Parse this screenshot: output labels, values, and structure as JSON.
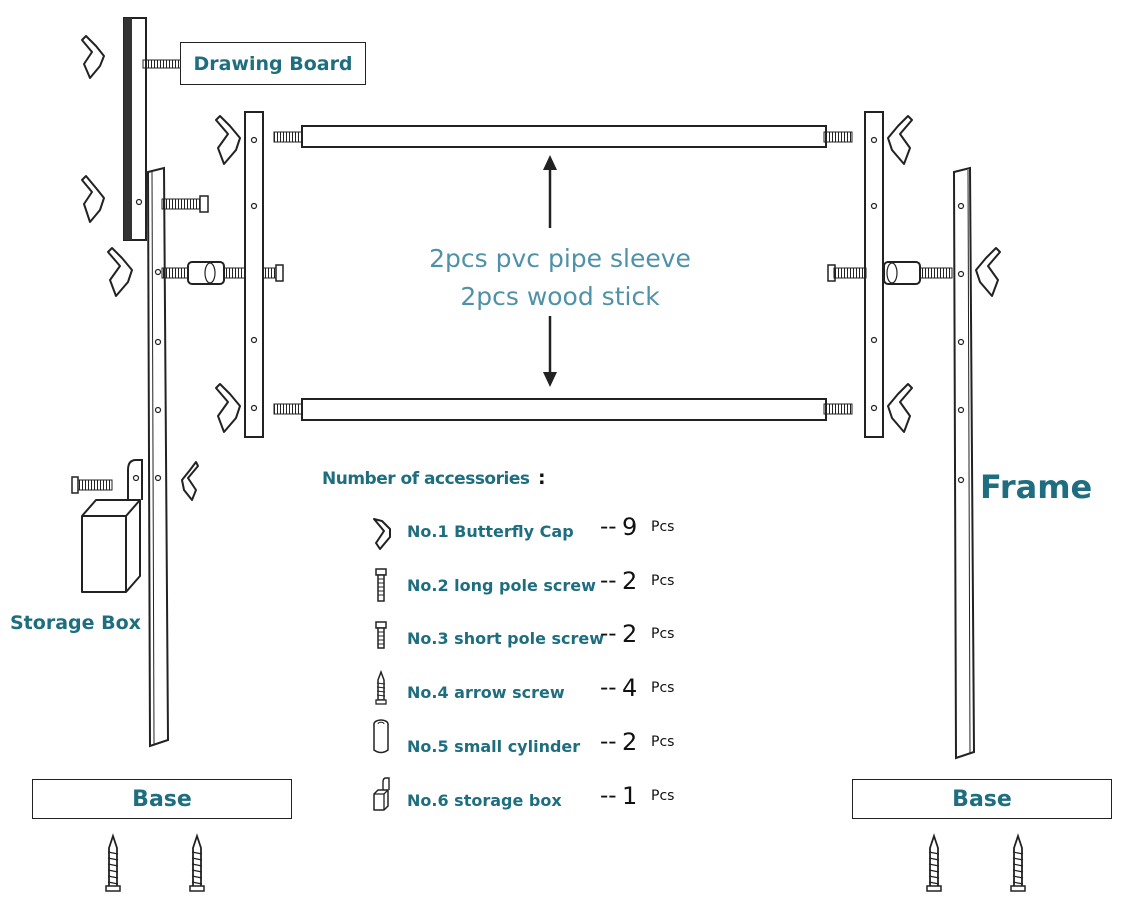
{
  "labels": {
    "drawing_board": "Drawing Board",
    "storage_box": "Storage Box",
    "frame": "Frame",
    "base_left": "Base",
    "base_right": "Base",
    "center_line1": "2pcs pvc pipe sleeve",
    "center_line2": "2pcs wood stick"
  },
  "accessories": {
    "title": "Number of accessories",
    "colon": ":",
    "dash": "--",
    "unit": "Pcs",
    "items": [
      {
        "name": "No.1 Butterfly Cap",
        "count": "9",
        "icon": "butterfly-cap-icon"
      },
      {
        "name": "No.2 long pole screw",
        "count": "2",
        "icon": "long-screw-icon"
      },
      {
        "name": "No.3 short pole screw",
        "count": "2",
        "icon": "short-screw-icon"
      },
      {
        "name": "No.4 arrow screw",
        "count": "4",
        "icon": "arrow-screw-icon"
      },
      {
        "name": "No.5 small cylinder",
        "count": "2",
        "icon": "cylinder-icon"
      },
      {
        "name": "No.6 storage box",
        "count": "1",
        "icon": "storage-box-icon"
      }
    ]
  },
  "colors": {
    "label_teal": "#1e6e80",
    "center_text": "#4e92a8",
    "line": "#222222"
  }
}
